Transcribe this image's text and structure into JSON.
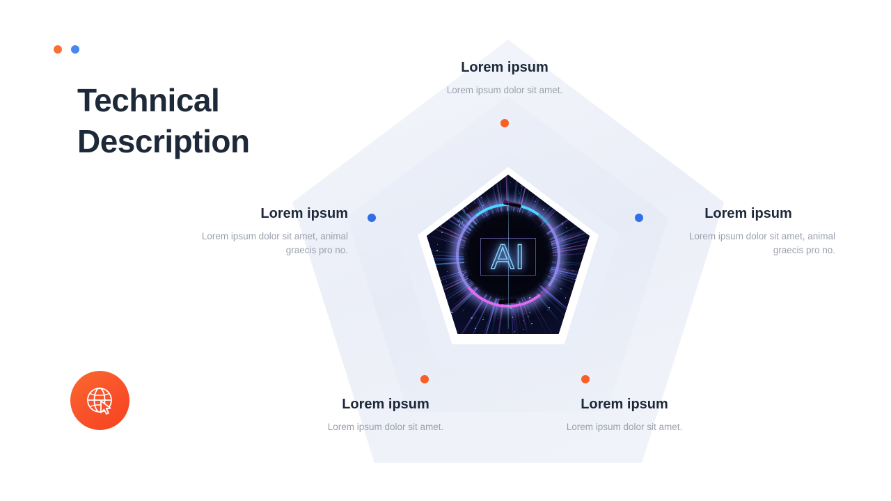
{
  "header": {
    "dots": [
      {
        "name": "accent-dot-orange",
        "color": "#f97032"
      },
      {
        "name": "accent-dot-blue",
        "color": "#4787f0"
      }
    ]
  },
  "title": {
    "line1": "Technical",
    "line2": "Description"
  },
  "badge": {
    "icon": "globe-cursor-icon",
    "background": "#f9522b"
  },
  "diagram": {
    "type": "pentagon-infographic",
    "center_image": {
      "name": "ai-technology-pentagon-image",
      "text": "AI",
      "description": "Dark futuristic artwork with radiating blue particle streaks, glowing cyan ring at top and magenta ring at bottom, neon AI lettering at center",
      "colors": {
        "background": "#05060f",
        "ring_top": "#49d8ff",
        "ring_bottom": "#e26bf0",
        "text_glow": "#8fd6ff"
      }
    },
    "nodes": [
      {
        "name": "node-top",
        "color": "#f95f22"
      },
      {
        "name": "node-left",
        "color": "#2f6fe8"
      },
      {
        "name": "node-right",
        "color": "#2f6fe8"
      },
      {
        "name": "node-bottom-left",
        "color": "#f95f22"
      },
      {
        "name": "node-bottom-right",
        "color": "#f95f22"
      }
    ],
    "items": [
      {
        "position": "top",
        "title": "Lorem ipsum",
        "desc": "Lorem ipsum dolor sit amet."
      },
      {
        "position": "left",
        "title": "Lorem ipsum",
        "desc": "Lorem ipsum dolor sit amet, animal graecis pro no."
      },
      {
        "position": "right",
        "title": "Lorem ipsum",
        "desc": "Lorem ipsum dolor sit amet, animal graecis pro no."
      },
      {
        "position": "bottom-left",
        "title": "Lorem ipsum",
        "desc": "Lorem ipsum dolor sit amet."
      },
      {
        "position": "bottom-right",
        "title": "Lorem ipsum",
        "desc": "Lorem ipsum dolor sit amet."
      }
    ]
  },
  "theme": {
    "background": "#ffffff",
    "heading_color": "#1d2838",
    "body_color": "#9aa0ad",
    "pentagon_fill": "#eef1f9"
  }
}
